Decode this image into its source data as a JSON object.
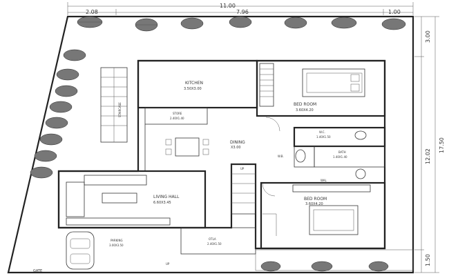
{
  "dimensions": {
    "overall_width": "11.00",
    "seg_left": "2.08",
    "seg_mid": "7.96",
    "seg_right": "1.00",
    "right_top": "3.00",
    "right_mid": "12.02",
    "right_total": "17.50",
    "right_bottom": "1.50"
  },
  "rooms": {
    "kitchen": {
      "name": "KITCHEN",
      "size": "3.50X3.00"
    },
    "store": {
      "name": "STORE",
      "size": "2.40X1.40"
    },
    "dining": {
      "name": "DINING",
      "size": "X3.00"
    },
    "bedroom1": {
      "name": "BED ROOM",
      "size": "3.60X4.20"
    },
    "bedroom2": {
      "name": "BED ROOM",
      "size": "3.60X4.20"
    },
    "wc": {
      "name": "W.C.",
      "size": "1.40X1.50"
    },
    "bath": {
      "name": "BATH",
      "size": "1.40X1.40"
    },
    "living": {
      "name": "LIVING HALL",
      "size": "6.60X3.45"
    },
    "parking": {
      "name": "PARKING",
      "size": "3.00X3.50"
    },
    "otla": {
      "name": "OTLA",
      "size": "2.40X1.50"
    }
  },
  "markers": {
    "wb": "W.B.",
    "wal": "WAL",
    "up": "UP",
    "gate": "GATE",
    "stair_note": "STAIRCASE"
  }
}
